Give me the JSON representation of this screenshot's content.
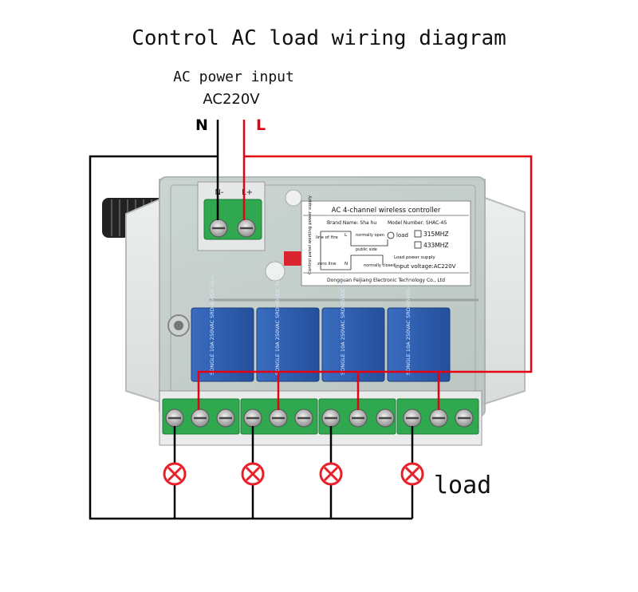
{
  "title": "Control AC load wiring diagram",
  "power": {
    "label": "AC power input",
    "voltage": "AC220V",
    "neutral": "N",
    "live": "L"
  },
  "terminal": {
    "n_mark": "N-",
    "l_mark": "L+"
  },
  "label_card": {
    "heading": "AC 4-channel wireless controller",
    "brand": "Brand Name: Sha hu",
    "model": "Model Number: SHAC-4S",
    "side_text": "Control panel working power supply",
    "line_of_fire": "line of fire",
    "zero_line": "zero line",
    "l_short": "L",
    "n_short": "N",
    "normally_open": "normally open",
    "public_side": "public side",
    "normally_closed": "normally closed",
    "load": "load",
    "load_supply": "Load power supply",
    "freq_1": "315MHZ",
    "freq_2": "433MHZ",
    "input_voltage": "input voltage:AC220V",
    "manufacturer": "Dongguan Feijiang Electronic Technology Co., Ltd"
  },
  "relays": [
    {
      "text": "SONGLE  10A 250VAC  SRD-05VDC-SL-C"
    },
    {
      "text": "SONGLE  10A 250VAC  SRD-05VDC-SL-C"
    },
    {
      "text": "SONGLE  10A 250VAC  SRD-05VDC-SL-C"
    },
    {
      "text": "SONGLE  10A 250VAC  SRD-05VDC-SL-C"
    }
  ],
  "load_label": "load",
  "colors": {
    "live_wire": "#e60012",
    "neutral_wire": "#000000",
    "terminal_green": "#2fa84f",
    "relay_blue": "#2f5fb0",
    "lamp_red": "#e8202a"
  }
}
